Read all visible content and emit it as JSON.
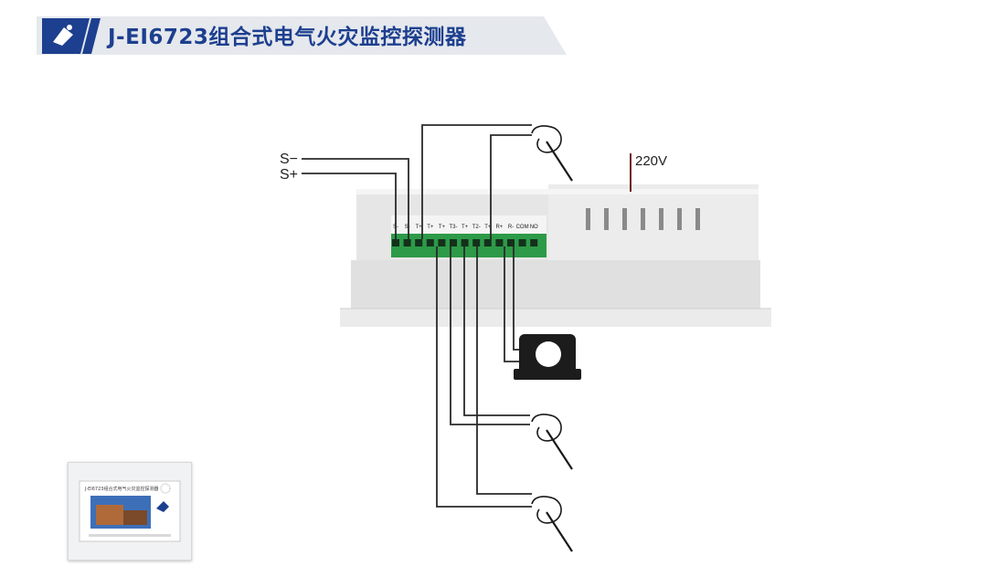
{
  "header": {
    "title": "J-EI6723组合式电气火灾监控探测器",
    "colors": {
      "navy": "#1d3f8f",
      "band": "#e5e8ed"
    }
  },
  "diagram": {
    "input_labels": {
      "s_minus": "S−",
      "s_plus": "S+"
    },
    "power_label": "220V",
    "terminals": [
      "S-",
      "S-",
      "T+",
      "T+",
      "T+",
      "T3-",
      "T+",
      "T2-",
      "T+",
      "R+",
      "R-",
      "COM",
      "NO"
    ]
  },
  "thumbnail": {
    "device_title": "J-EI6723组合式电气火灾监控探测器"
  }
}
